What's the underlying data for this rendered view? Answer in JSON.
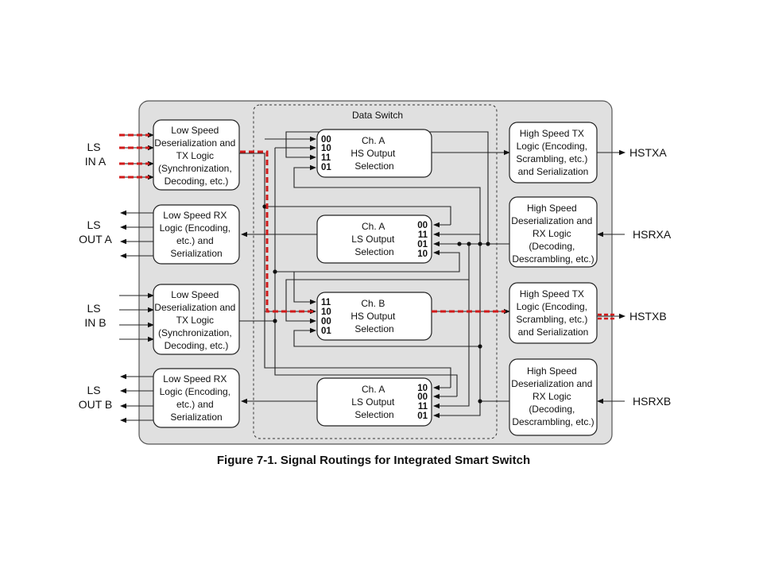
{
  "data_switch_label": "Data Switch",
  "caption": "Figure 7-1. Signal Routings for Integrated Smart Switch",
  "colors": {
    "highlight": "#d11a1a",
    "panel": "#e0e0e0",
    "wire": "#222222"
  },
  "external": {
    "ls_in_a": [
      "LS",
      "IN A"
    ],
    "ls_out_a": [
      "LS",
      "OUT A"
    ],
    "ls_in_b": [
      "LS",
      "IN B"
    ],
    "ls_out_b": [
      "LS",
      "OUT B"
    ],
    "hstxa": "HSTXA",
    "hsrxa": "HSRXA",
    "hstxb": "HSTXB",
    "hsrxb": "HSRXB"
  },
  "left_blocks": [
    [
      "Low Speed",
      "Deserialization and",
      "TX Logic",
      "(Synchronization,",
      "Decoding, etc.)"
    ],
    [
      "Low Speed RX",
      "Logic (Encoding,",
      "etc.) and",
      "Serialization"
    ],
    [
      "Low Speed",
      "Deserialization and",
      "TX Logic",
      "(Synchronization,",
      "Decoding, etc.)"
    ],
    [
      "Low Speed RX",
      "Logic (Encoding,",
      "etc.) and",
      "Serialization"
    ]
  ],
  "right_blocks": [
    [
      "High Speed TX",
      "Logic (Encoding,",
      "Scrambling, etc.)",
      "and Serialization"
    ],
    [
      "High Speed",
      "Deserialization and",
      "RX Logic",
      "(Decoding,",
      "Descrambling, etc.)"
    ],
    [
      "High Speed TX",
      "Logic (Encoding,",
      "Scrambling, etc.)",
      "and Serialization"
    ],
    [
      "High Speed",
      "Deserialization and",
      "RX Logic",
      "(Decoding,",
      "Descrambling, etc.)"
    ]
  ],
  "selectors": [
    {
      "title": [
        "Ch. A",
        "HS Output",
        "Selection"
      ],
      "codes": [
        "00",
        "10",
        "11",
        "01"
      ]
    },
    {
      "title": [
        "Ch. A",
        "LS Output",
        "Selection"
      ],
      "codes": [
        "00",
        "11",
        "01",
        "10"
      ]
    },
    {
      "title": [
        "Ch. B",
        "HS Output",
        "Selection"
      ],
      "codes": [
        "11",
        "10",
        "00",
        "01"
      ]
    },
    {
      "title": [
        "Ch. A",
        "LS Output",
        "Selection"
      ],
      "codes": [
        "10",
        "00",
        "11",
        "01"
      ]
    }
  ]
}
